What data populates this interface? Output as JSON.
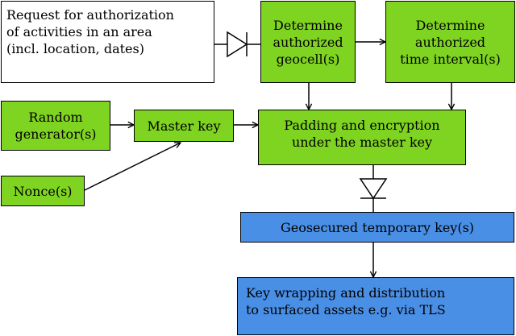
{
  "nodes": {
    "request": {
      "lines": [
        "Request for authorization",
        "of activities in an area",
        "(incl. location, dates)"
      ]
    },
    "geocell": {
      "lines": [
        "Determine",
        "authorized",
        "geocell(s)"
      ]
    },
    "time_interval": {
      "lines": [
        "Determine",
        "authorized",
        "time interval(s)"
      ]
    },
    "random_generator": {
      "lines": [
        "Random",
        "generator(s)"
      ]
    },
    "master_key": {
      "lines": [
        "Master key"
      ]
    },
    "padding": {
      "lines": [
        "Padding and encryption",
        "under the master key"
      ]
    },
    "nonce": {
      "lines": [
        "Nonce(s)"
      ]
    },
    "temp_key": {
      "lines": [
        "Geosecured temporary key(s)"
      ]
    },
    "key_wrapping": {
      "lines": [
        "Key wrapping and distribution",
        "to surfaced assets e.g. via TLS"
      ]
    }
  },
  "colors": {
    "green": "#7fd321",
    "blue": "#4a8fe6",
    "white": "#ffffff",
    "stroke": "#000000"
  }
}
